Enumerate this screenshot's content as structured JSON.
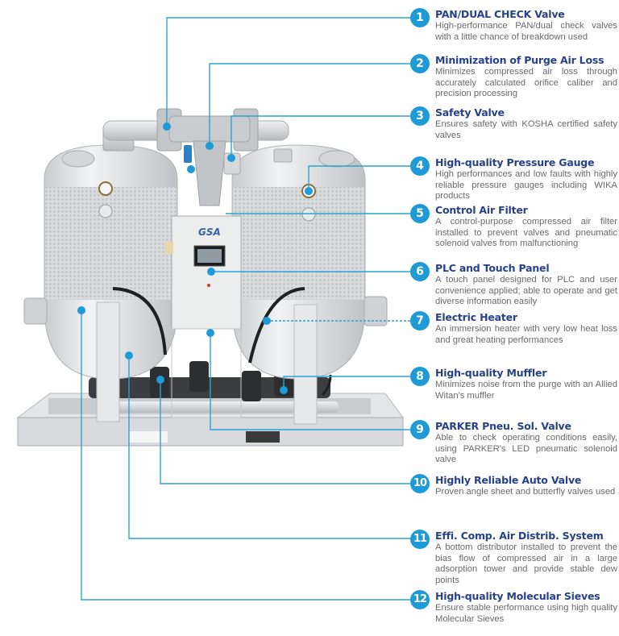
{
  "machine": {
    "brand_label": "GSA",
    "description": "Heatless/heated desiccant air dryer with twin adsorption towers, control panel and base frame"
  },
  "colors": {
    "accent": "#1e9bd7",
    "title": "#27418b",
    "body_text": "#6a6a6a",
    "leader_line": "#2aa3d6"
  },
  "features": [
    {
      "number": "1",
      "title": "PAN/DUAL CHECK  Valve",
      "description": "High-performance PAN/dual check valves with a little chance of breakdown used"
    },
    {
      "number": "2",
      "title": "Minimization of Purge Air Loss",
      "description": "Minimizes compressed air loss through accurately calculated orifice caliber and precision processing"
    },
    {
      "number": "3",
      "title": "Safety Valve",
      "description": "Ensures safety with KOSHA certified safety valves"
    },
    {
      "number": "4",
      "title": "High-quality Pressure Gauge",
      "description": "High performances and low faults with highly reliable pressure gauges including WIKA products"
    },
    {
      "number": "5",
      "title": "Control Air Filter",
      "description": "A control-purpose compressed air filter installed to prevent valves and pneumatic solenoid valves from malfunctioning"
    },
    {
      "number": "6",
      "title": "PLC and Touch Panel",
      "description": "A touch panel designed for PLC and user convenience applied; able to operate and get diverse information easily"
    },
    {
      "number": "7",
      "title": "Electric Heater",
      "description": "An immersion heater with very low heat loss and great heating performances"
    },
    {
      "number": "8",
      "title": "High-quality Muffler",
      "description": "Minimizes noise from the purge with an Allied Witan's muffler"
    },
    {
      "number": "9",
      "title": "PARKER Pneu. Sol. Valve",
      "description": "Able to check operating conditions easily, using PARKER's LED pneumatic solenoid valve"
    },
    {
      "number": "10",
      "title": "Highly Reliable Auto Valve",
      "description": "Proven angle sheet and butterfly valves used"
    },
    {
      "number": "11",
      "title": "Effi. Comp. Air Distrib. System",
      "description": "A bottom distributor installed to prevent the bias flow of compressed air in a large adsorption tower and provide stable dew points"
    },
    {
      "number": "12",
      "title": "High-quality Molecular Sieves",
      "description": "Ensure stable performance using high quality Molecular Sieves"
    }
  ]
}
